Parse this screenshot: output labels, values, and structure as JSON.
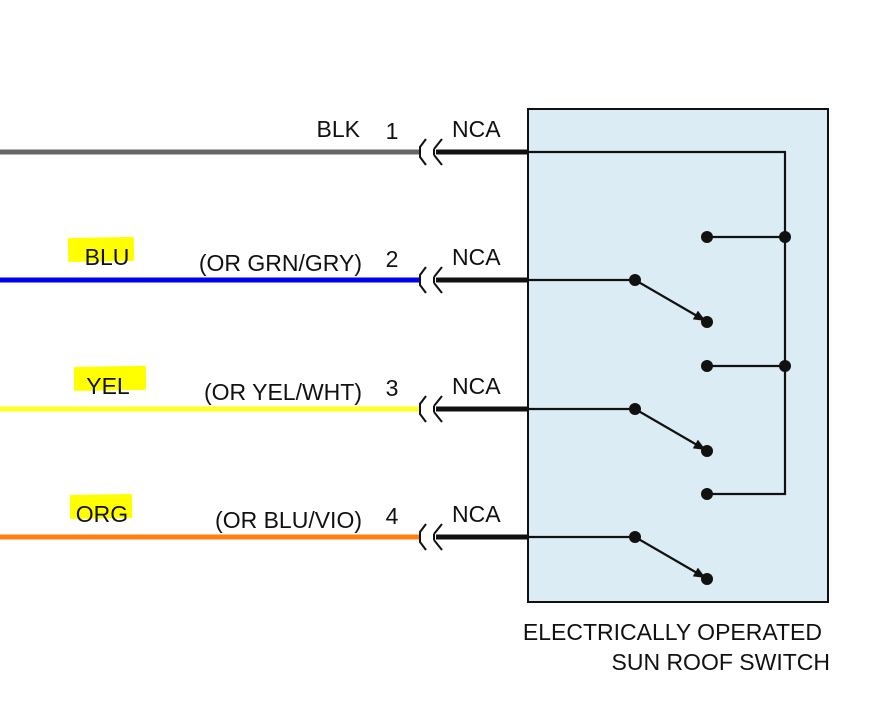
{
  "diagram": {
    "type": "wiring-schematic",
    "component": {
      "caption_line1": "ELECTRICALLY OPERATED",
      "caption_line2": "SUN ROOF SWITCH",
      "fill_color": "#dcecf4",
      "border_color": "#111111"
    },
    "highlight_color": "#ffff00",
    "wires": [
      {
        "pin": "1",
        "color_code": "BLK",
        "alt": "",
        "connector": "NCA",
        "wire_color": "#666666",
        "highlighted": false
      },
      {
        "pin": "2",
        "color_code": "BLU",
        "alt": "(OR GRN/GRY)",
        "connector": "NCA",
        "wire_color": "#0000ee",
        "highlighted": true
      },
      {
        "pin": "3",
        "color_code": "YEL",
        "alt": "(OR YEL/WHT)",
        "connector": "NCA",
        "wire_color": "#ffff22",
        "highlighted": true
      },
      {
        "pin": "4",
        "color_code": "ORG",
        "alt": "(OR BLU/VIO)",
        "connector": "NCA",
        "wire_color": "#ff8010",
        "highlighted": true
      }
    ]
  }
}
